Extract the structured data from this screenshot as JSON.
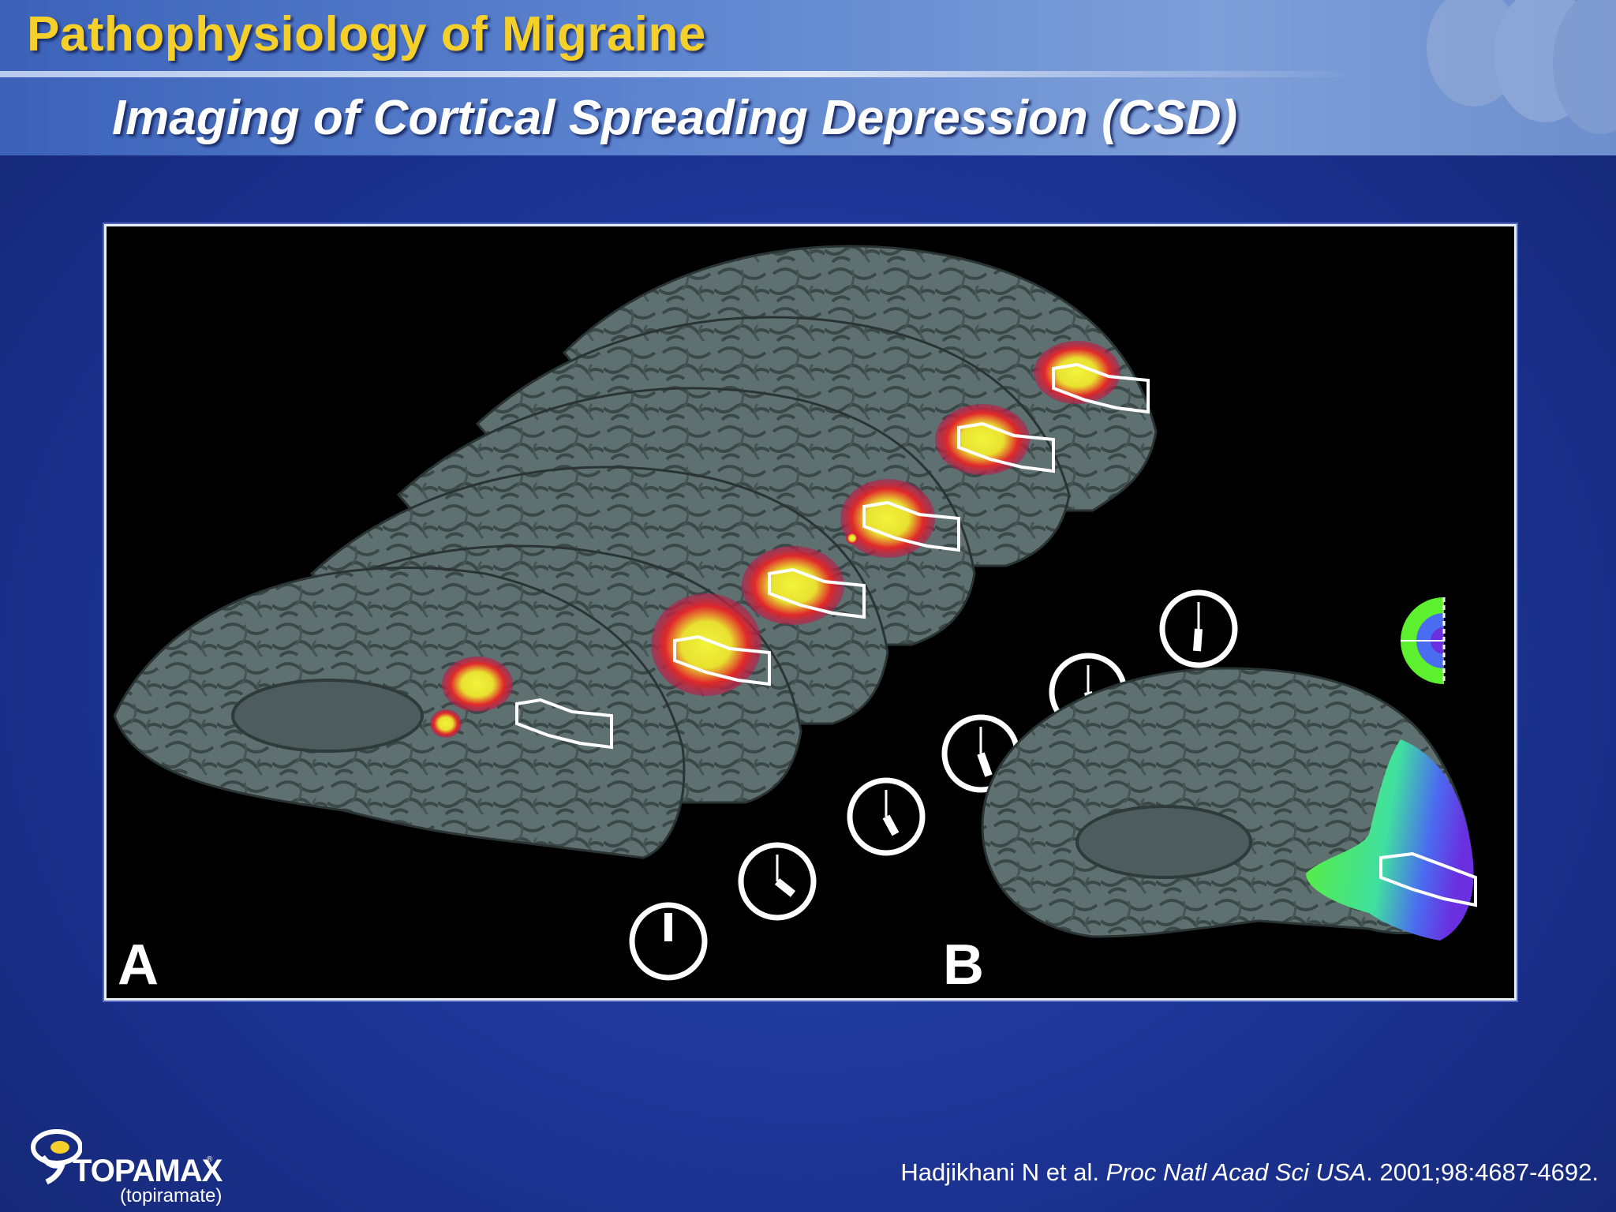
{
  "slide": {
    "title": "Pathophysiology of Migraine",
    "subtitle": "Imaging of Cortical Spreading Depression (CSD)"
  },
  "figure": {
    "panel_a_label": "A",
    "panel_b_label": "B"
  },
  "citation": {
    "authors": "Hadjikhani N et al. ",
    "journal": "Proc Natl Acad Sci USA",
    "details": ". 2001;98:4687-4692."
  },
  "logo": {
    "brand": "TOPAMAX",
    "registered": "®",
    "generic": "(topiramate)"
  },
  "colors": {
    "title": "#f5d02a",
    "background": "#1c3393",
    "brain": "#5d6e6e",
    "activation_red": "#e0282a",
    "activation_yellow": "#e8f03a",
    "map_green": "#5cf02e",
    "map_blue": "#3d3cf0"
  }
}
